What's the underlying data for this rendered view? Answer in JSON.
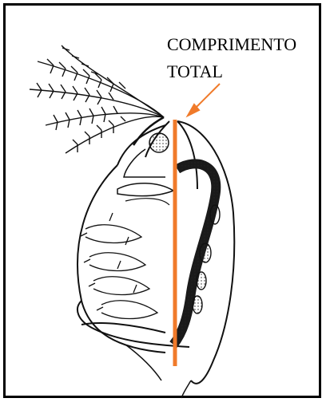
{
  "diagram": {
    "label_line1": "COMPRIMENTO",
    "label_line2": "TOTAL",
    "accent_color": "#f07a2a",
    "illustration": "daphnia-cladoceran-line-drawing",
    "measurement_type": "total-length"
  }
}
